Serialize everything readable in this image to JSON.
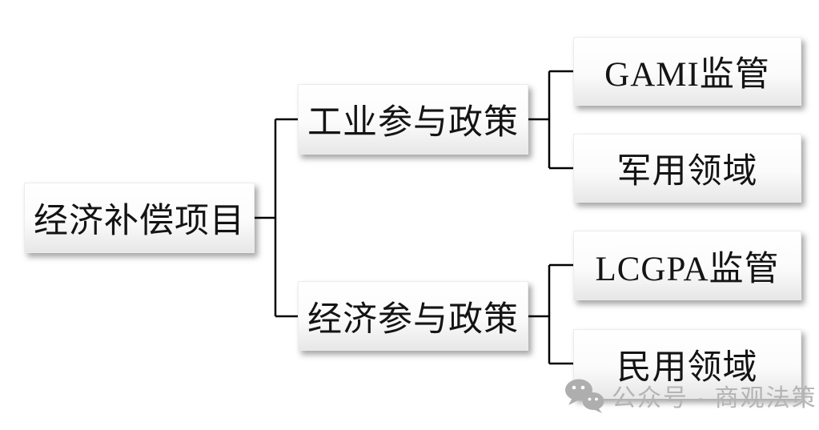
{
  "diagram": {
    "root": {
      "label": "经济补偿项目"
    },
    "level1": [
      {
        "id": "industrial",
        "label": "工业参与政策"
      },
      {
        "id": "economic",
        "label": "经济参与政策"
      }
    ],
    "level2": [
      {
        "id": "gami",
        "parent": "industrial",
        "label": "GAMI监管"
      },
      {
        "id": "military",
        "parent": "industrial",
        "label": "军用领域"
      },
      {
        "id": "lcgpa",
        "parent": "economic",
        "label": "LCGPA监管"
      },
      {
        "id": "civil",
        "parent": "economic",
        "label": "民用领域"
      }
    ]
  },
  "watermark": {
    "icon": "wechat-icon",
    "text": "公众号 · 商观法策",
    "color": "#b4b4b4"
  },
  "colors": {
    "background": "#ffffff",
    "connector_line": "#000000",
    "node_text": "#141414",
    "node_gradient_top": "#ffffff",
    "node_gradient_bottom": "#e7e7e7",
    "watermark_gray": "#b4b4b4"
  }
}
